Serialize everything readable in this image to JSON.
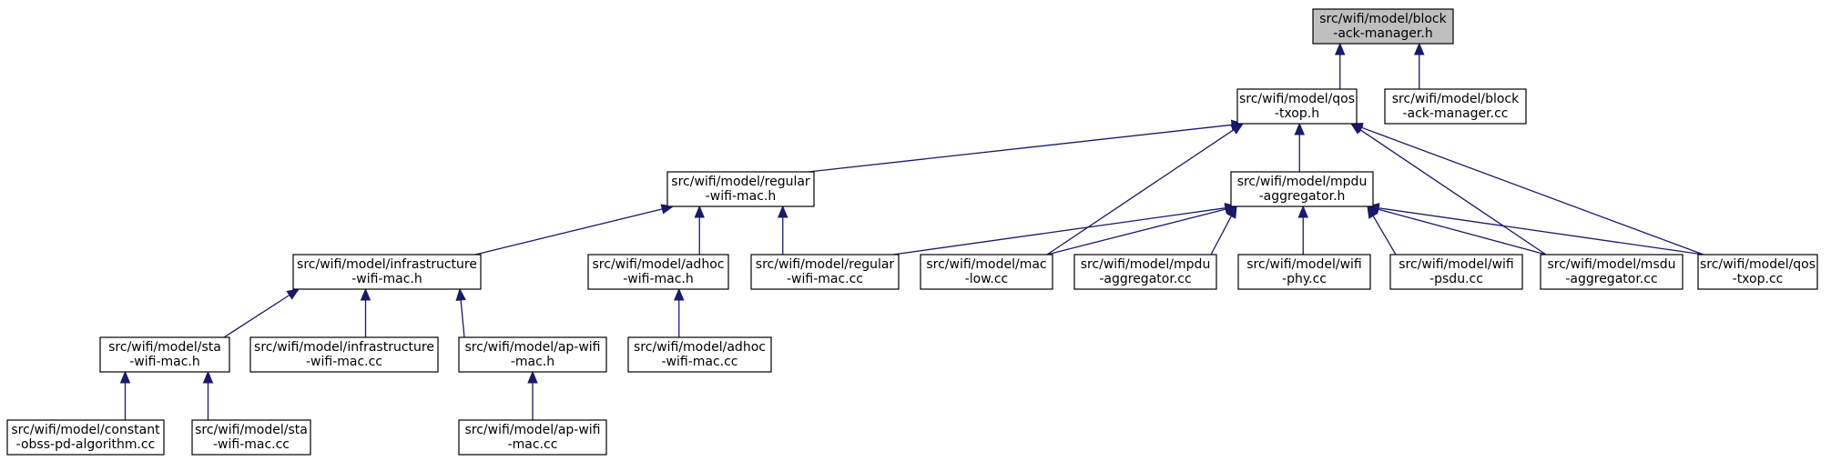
{
  "nodes": [
    {
      "id": "block_ack_manager_h",
      "lines": [
        "src/wifi/model/block",
        "-ack-manager.h"
      ],
      "root": true
    },
    {
      "id": "qos_txop_h",
      "lines": [
        "src/wifi/model/qos",
        "-txop.h"
      ]
    },
    {
      "id": "block_ack_manager_cc",
      "lines": [
        "src/wifi/model/block",
        "-ack-manager.cc"
      ]
    },
    {
      "id": "regular_wifi_mac_h",
      "lines": [
        "src/wifi/model/regular",
        "-wifi-mac.h"
      ]
    },
    {
      "id": "mpdu_aggregator_h",
      "lines": [
        "src/wifi/model/mpdu",
        "-aggregator.h"
      ]
    },
    {
      "id": "infrastructure_wifi_mac_h",
      "lines": [
        "src/wifi/model/infrastructure",
        "-wifi-mac.h"
      ]
    },
    {
      "id": "adhoc_wifi_mac_h",
      "lines": [
        "src/wifi/model/adhoc",
        "-wifi-mac.h"
      ]
    },
    {
      "id": "regular_wifi_mac_cc",
      "lines": [
        "src/wifi/model/regular",
        "-wifi-mac.cc"
      ]
    },
    {
      "id": "mac_low_cc",
      "lines": [
        "src/wifi/model/mac",
        "-low.cc"
      ]
    },
    {
      "id": "mpdu_aggregator_cc",
      "lines": [
        "src/wifi/model/mpdu",
        "-aggregator.cc"
      ]
    },
    {
      "id": "wifi_phy_cc",
      "lines": [
        "src/wifi/model/wifi",
        "-phy.cc"
      ]
    },
    {
      "id": "wifi_psdu_cc",
      "lines": [
        "src/wifi/model/wifi",
        "-psdu.cc"
      ]
    },
    {
      "id": "msdu_aggregator_cc",
      "lines": [
        "src/wifi/model/msdu",
        "-aggregator.cc"
      ]
    },
    {
      "id": "qos_txop_cc",
      "lines": [
        "src/wifi/model/qos",
        "-txop.cc"
      ]
    },
    {
      "id": "sta_wifi_mac_h",
      "lines": [
        "src/wifi/model/sta",
        "-wifi-mac.h"
      ]
    },
    {
      "id": "infrastructure_wifi_mac_cc",
      "lines": [
        "src/wifi/model/infrastructure",
        "-wifi-mac.cc"
      ]
    },
    {
      "id": "ap_wifi_mac_h",
      "lines": [
        "src/wifi/model/ap-wifi",
        "-mac.h"
      ]
    },
    {
      "id": "adhoc_wifi_mac_cc",
      "lines": [
        "src/wifi/model/adhoc",
        "-wifi-mac.cc"
      ]
    },
    {
      "id": "constant_obss_pd_algorithm_cc",
      "lines": [
        "src/wifi/model/constant",
        "-obss-pd-algorithm.cc"
      ]
    },
    {
      "id": "sta_wifi_mac_cc",
      "lines": [
        "src/wifi/model/sta",
        "-wifi-mac.cc"
      ]
    },
    {
      "id": "ap_wifi_mac_cc",
      "lines": [
        "src/wifi/model/ap-wifi",
        "-mac.cc"
      ]
    }
  ],
  "edges": [
    {
      "from": "qos_txop_h",
      "to": "block_ack_manager_h"
    },
    {
      "from": "block_ack_manager_cc",
      "to": "block_ack_manager_h"
    },
    {
      "from": "regular_wifi_mac_h",
      "to": "qos_txop_h"
    },
    {
      "from": "mac_low_cc",
      "to": "qos_txop_h"
    },
    {
      "from": "mpdu_aggregator_h",
      "to": "qos_txop_h"
    },
    {
      "from": "msdu_aggregator_cc",
      "to": "qos_txop_h"
    },
    {
      "from": "qos_txop_cc",
      "to": "qos_txop_h"
    },
    {
      "from": "infrastructure_wifi_mac_h",
      "to": "regular_wifi_mac_h"
    },
    {
      "from": "adhoc_wifi_mac_h",
      "to": "regular_wifi_mac_h"
    },
    {
      "from": "regular_wifi_mac_cc",
      "to": "regular_wifi_mac_h"
    },
    {
      "from": "regular_wifi_mac_cc",
      "to": "mpdu_aggregator_h"
    },
    {
      "from": "mac_low_cc",
      "to": "mpdu_aggregator_h"
    },
    {
      "from": "mpdu_aggregator_cc",
      "to": "mpdu_aggregator_h"
    },
    {
      "from": "wifi_phy_cc",
      "to": "mpdu_aggregator_h"
    },
    {
      "from": "wifi_psdu_cc",
      "to": "mpdu_aggregator_h"
    },
    {
      "from": "msdu_aggregator_cc",
      "to": "mpdu_aggregator_h"
    },
    {
      "from": "qos_txop_cc",
      "to": "mpdu_aggregator_h"
    },
    {
      "from": "sta_wifi_mac_h",
      "to": "infrastructure_wifi_mac_h"
    },
    {
      "from": "infrastructure_wifi_mac_cc",
      "to": "infrastructure_wifi_mac_h"
    },
    {
      "from": "ap_wifi_mac_h",
      "to": "infrastructure_wifi_mac_h"
    },
    {
      "from": "adhoc_wifi_mac_cc",
      "to": "adhoc_wifi_mac_h"
    },
    {
      "from": "constant_obss_pd_algorithm_cc",
      "to": "sta_wifi_mac_h"
    },
    {
      "from": "sta_wifi_mac_cc",
      "to": "sta_wifi_mac_h"
    },
    {
      "from": "ap_wifi_mac_cc",
      "to": "ap_wifi_mac_h"
    }
  ]
}
